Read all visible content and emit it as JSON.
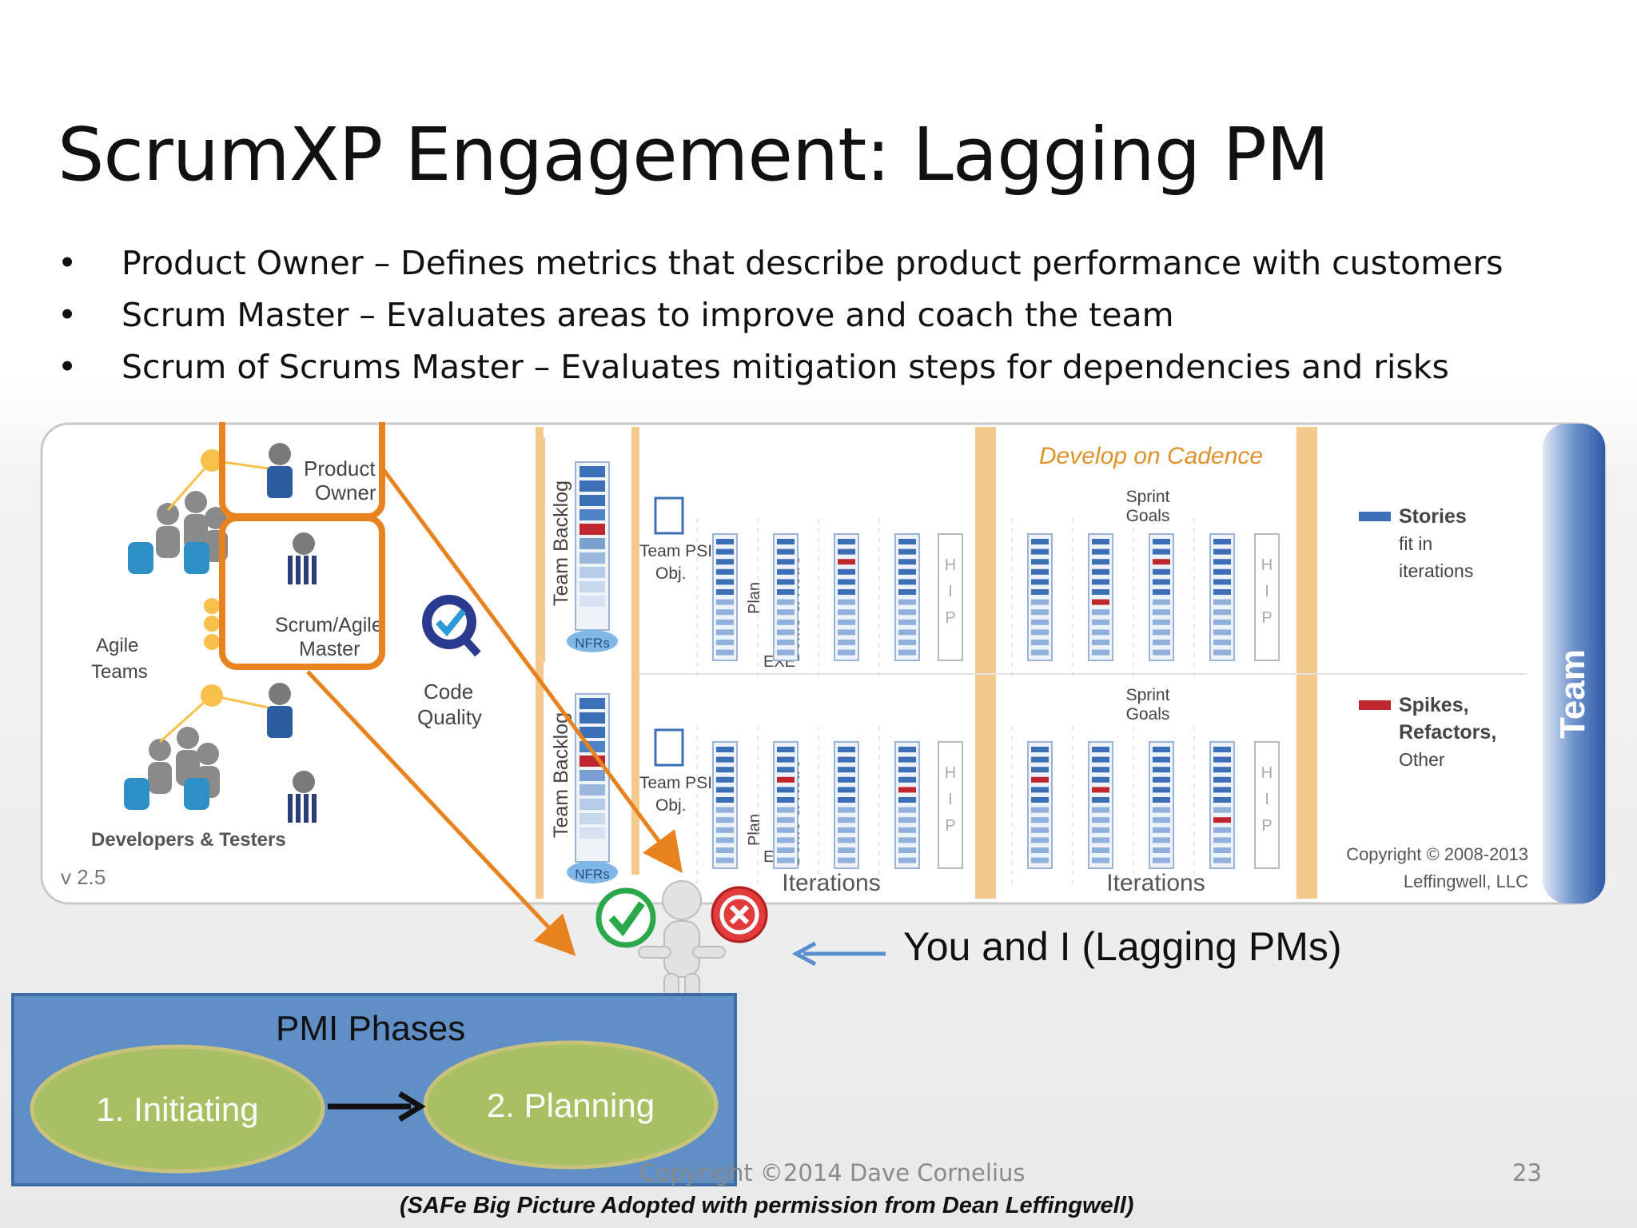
{
  "slide": {
    "title": "ScrumXP Engagement: Lagging PM",
    "bullet_glyph": "•",
    "bullets": [
      "Product Owner – Defines metrics that describe product performance with customers",
      "Scrum Master – Evaluates areas to improve and coach the team",
      "Scrum of Scrums Master – Evaluates mitigation steps for dependencies and risks"
    ]
  },
  "diagram": {
    "product_owner": [
      "Product",
      "Owner"
    ],
    "scrum_master": [
      "Scrum/Agile",
      "Master"
    ],
    "agile_teams": [
      "Agile",
      "Teams"
    ],
    "code_quality": [
      "Code",
      "Quality"
    ],
    "developers_testers": "Developers & Testers",
    "version": "v 2.5",
    "team_backlog": "Team Backlog",
    "nfrs": "NFRs",
    "team_psi": [
      "Team PSI",
      "Obj."
    ],
    "plan": "Plan",
    "exe": "EXE",
    "demo_retro": "Demo & Retro",
    "hip": [
      "H",
      "I",
      "P"
    ],
    "develop_on_cadence": "Develop on Cadence",
    "sprint_goals": [
      "Sprint",
      "Goals"
    ],
    "iterations": "Iterations",
    "legend_stories": [
      "Stories",
      "fit in",
      "iterations"
    ],
    "legend_spikes": [
      "Spikes,",
      "Refactors,",
      "Other"
    ],
    "team_label": "Team",
    "copyright": [
      "Copyright © 2008-2013",
      "Leffingwell, LLC"
    ],
    "colors": {
      "highlight": "#e8821e",
      "story_blue": "#3d6fb6",
      "spike_red": "#c0272d",
      "cadence_orange": "#f3c98c",
      "team_bar": "#2f5aa8"
    }
  },
  "pointer_label": "You and I (Lagging PMs)",
  "pmi": {
    "title": "PMI Phases",
    "phase1": "1. Initiating",
    "phase2": "2. Planning",
    "box_color": "#5f8fc6",
    "ellipse_color": "#a8c063"
  },
  "footer": {
    "copyright": "Copyright ©2014 Dave Cornelius",
    "page_number": "23",
    "attribution": "(SAFe Big Picture Adopted with permission from Dean Leffingwell)"
  }
}
